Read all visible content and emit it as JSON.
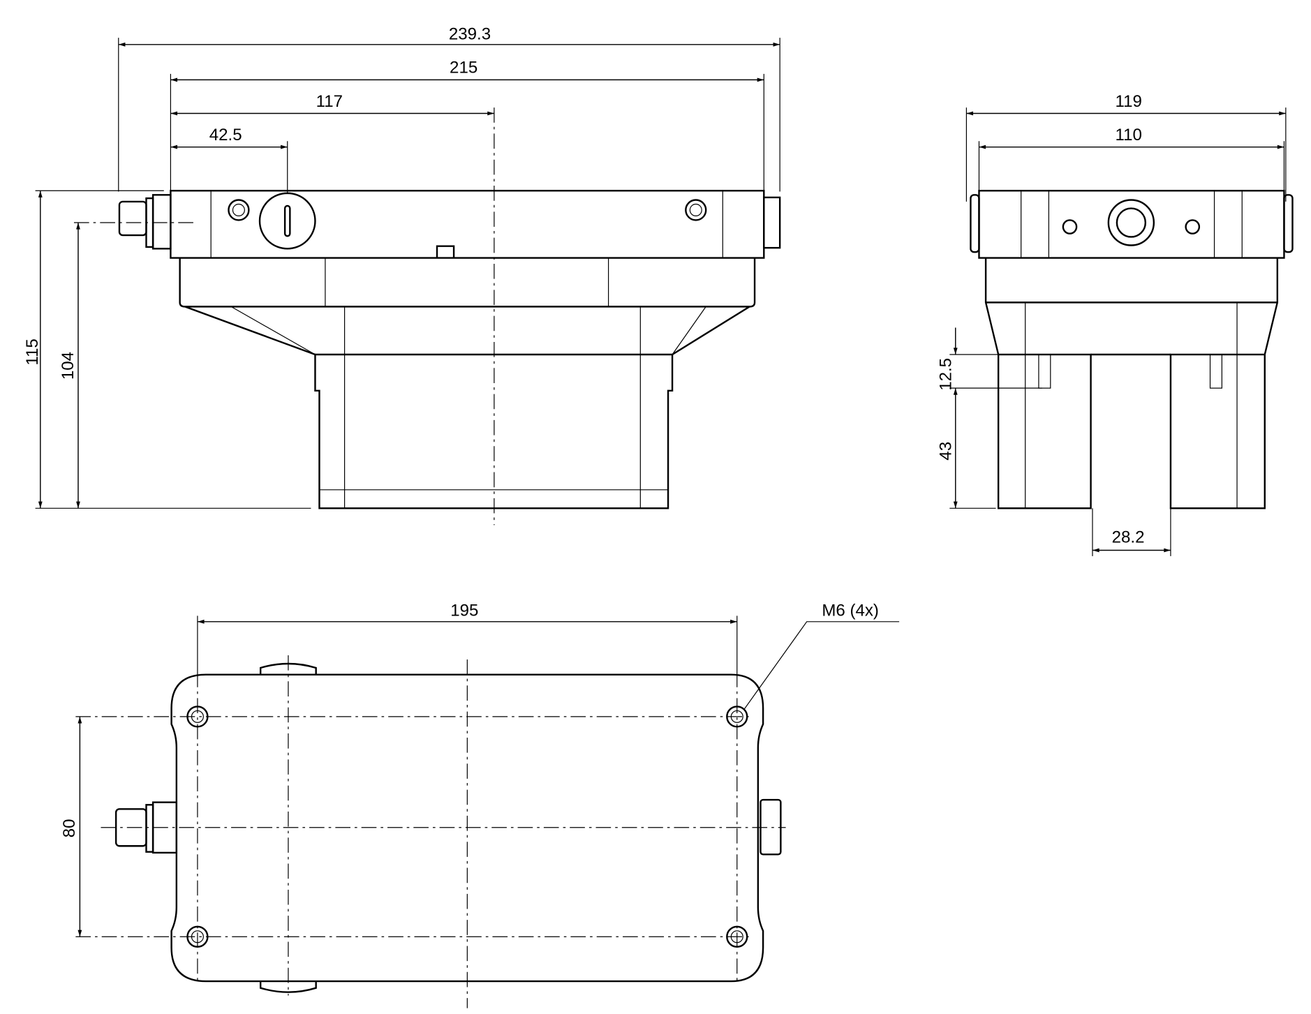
{
  "front_view": {
    "dim_overall_length": "239.3",
    "dim_body_length": "215",
    "dim_center": "117",
    "dim_cap_offset": "42.5",
    "dim_total_height": "115",
    "dim_connector_height": "104"
  },
  "side_view": {
    "dim_overall_width": "119",
    "dim_body_width": "110",
    "dim_slot_depth": "12.5",
    "dim_leg_height": "43",
    "dim_slot_width": "28.2"
  },
  "bottom_view": {
    "dim_hole_spacing_x": "195",
    "dim_hole_spacing_y": "80",
    "thread_note": "M6 (4x)"
  }
}
